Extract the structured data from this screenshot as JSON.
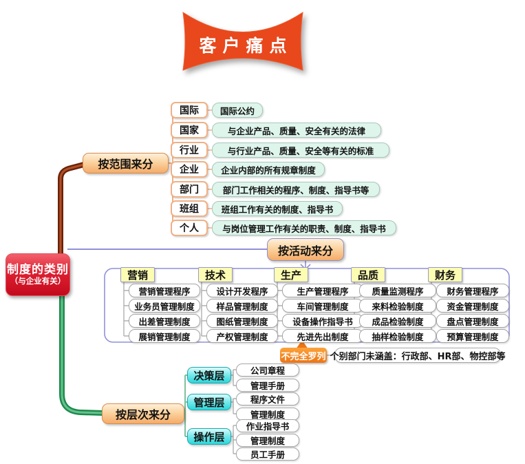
{
  "banner": {
    "label": "客户痛点"
  },
  "root": {
    "title": "制度的类别",
    "subtitle": "（与企业有关）"
  },
  "scope_branch": {
    "label": "按范围来分",
    "items": [
      {
        "term": "国际",
        "desc": "国际公约"
      },
      {
        "term": "国家",
        "desc": "与企业产品、质量、安全有关的法律"
      },
      {
        "term": "行业",
        "desc": "与行业产品、质量、安全等有关的标准"
      },
      {
        "term": "企业",
        "desc": "企业内部的所有规章制度"
      },
      {
        "term": "部门",
        "desc": "部门工作相关的程序、制度、指导书等"
      },
      {
        "term": "班组",
        "desc": "班组工作有关的制度、指导书"
      },
      {
        "term": "个人",
        "desc": "与岗位管理工作有关的职责、制度、指导书"
      }
    ]
  },
  "activity_branch": {
    "label": "按活动来分",
    "categories": [
      {
        "name": "营销",
        "items": [
          "营销管理程序",
          "业务员管理制度",
          "出差管理制度",
          "展销管理制度"
        ]
      },
      {
        "name": "技术",
        "items": [
          "设计开发程序",
          "样品管理制度",
          "图纸管理制度",
          "产权管理制度"
        ]
      },
      {
        "name": "生产",
        "items": [
          "生产管理程序",
          "车间管理制度",
          "设备操作指导书",
          "先进先出制度"
        ]
      },
      {
        "name": "品质",
        "items": [
          "质量监测程序",
          "来料检验制度",
          "成品检验制度",
          "抽样检验制度"
        ]
      },
      {
        "name": "财务",
        "items": [
          "财务管理程序",
          "资金管理制度",
          "盘点管理制度",
          "预算管理制度"
        ]
      }
    ],
    "note": {
      "label": "不完全罗列",
      "text": "个别部门未涵盖：行政部、HR部、物控部等"
    }
  },
  "level_branch": {
    "label": "按层次来分",
    "levels": [
      {
        "name": "决策层",
        "items": [
          "公司章程",
          "管理手册"
        ]
      },
      {
        "name": "管理层",
        "items": [
          "程序文件",
          "管理制度"
        ]
      },
      {
        "name": "操作层",
        "items": [
          "作业指导书",
          "管理制度",
          "员工手册"
        ]
      }
    ]
  },
  "colors": {
    "banner": "#e8481c",
    "root": "#d5131f",
    "branch_fill": "#f8c388",
    "branch_border": "#d68c4e",
    "activity_line": "#9090d8",
    "scope_line": "#f0b084",
    "level_line": "#7fbf9f",
    "spine_top": "#6b2208",
    "spine_bottom": "#1e8a4c",
    "category_fill": "#fcfcb2",
    "layer_fill": "#2cd6da",
    "desc_fill": "#def5ec",
    "callout_fill": "#ee7413"
  }
}
